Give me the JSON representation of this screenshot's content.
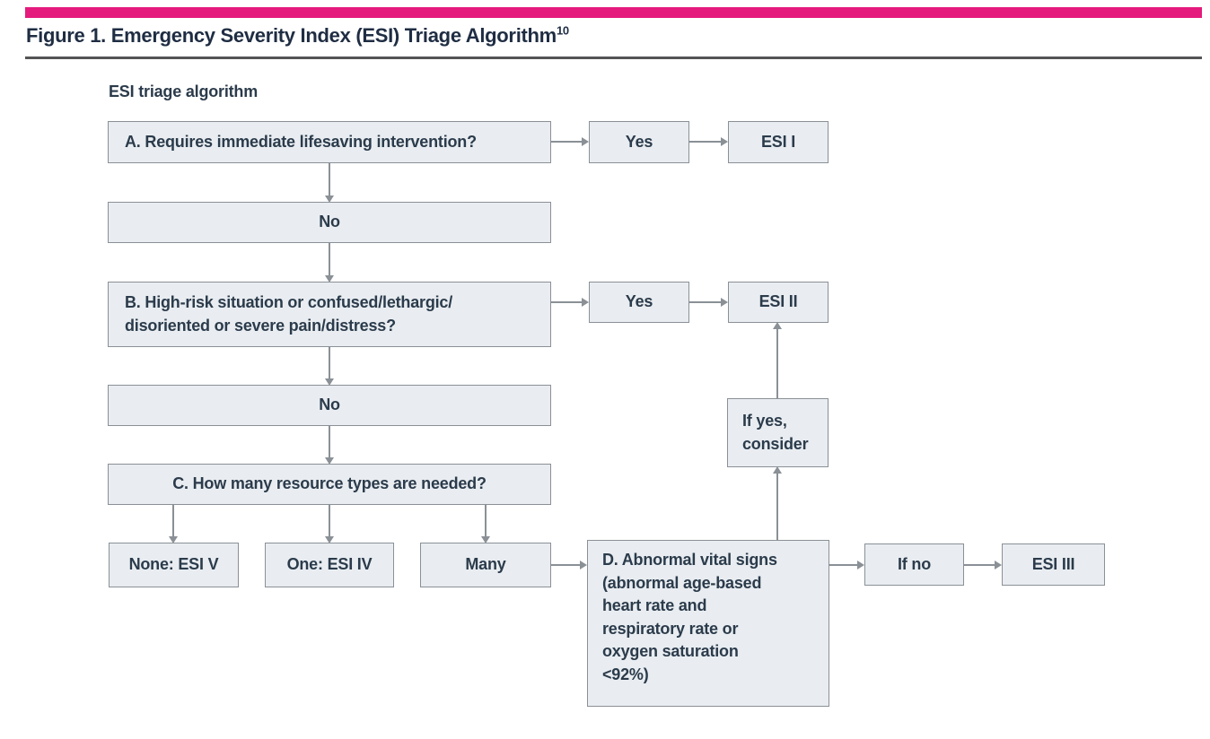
{
  "colors": {
    "accent_bar": "#e51a7d",
    "box_fill": "#e9edf1",
    "box_border": "#8a9096",
    "text": "#2b3b4b",
    "title_text": "#1f2d43",
    "arrow": "#8a9096",
    "rule": "#545457"
  },
  "header": {
    "figure_title": "Figure 1. Emergency Severity Index (ESI) Triage Algorithm",
    "reference_superscript": "10"
  },
  "flowchart": {
    "diagram_label": "ESI triage algorithm",
    "node_a": {
      "label": "A. Requires immediate lifesaving intervention?"
    },
    "node_yes_a": {
      "label": "Yes"
    },
    "node_esi_i": {
      "label": "ESI I"
    },
    "node_no_a": {
      "label": "No"
    },
    "node_b": {
      "line1": "B. High-risk situation or confused/lethargic/",
      "line2": "disoriented or severe pain/distress?"
    },
    "node_yes_b": {
      "label": "Yes"
    },
    "node_esi_ii": {
      "label": "ESI II"
    },
    "node_no_b": {
      "label": "No"
    },
    "node_c": {
      "label": "C. How many resource types are needed?"
    },
    "node_none": {
      "label": "None: ESI V"
    },
    "node_one": {
      "label": "One: ESI IV"
    },
    "node_many": {
      "label": "Many"
    },
    "node_d": {
      "line1": "D. Abnormal vital signs",
      "line2": "(abnormal age-based",
      "line3": "heart rate and",
      "line4": "respiratory rate or",
      "line5": "oxygen saturation",
      "line6": "<92%)"
    },
    "node_if_yes": {
      "line1": "If yes,",
      "line2": "consider"
    },
    "node_if_no": {
      "label": "If no"
    },
    "node_esi_iii": {
      "label": "ESI III"
    }
  }
}
